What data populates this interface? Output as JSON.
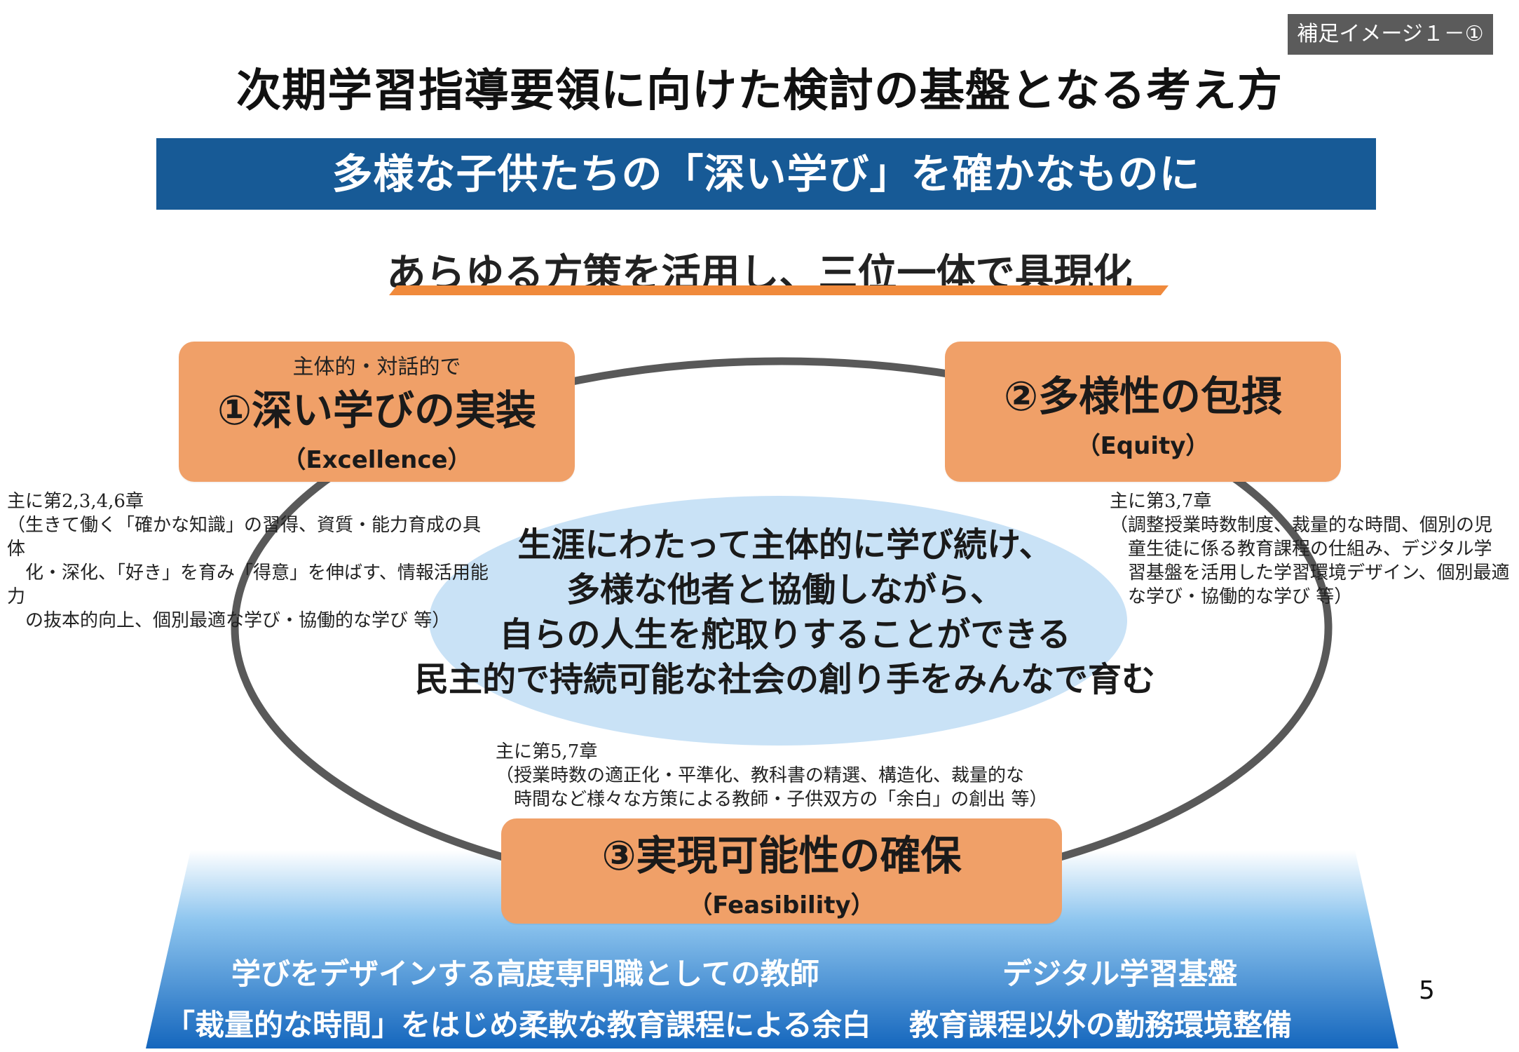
{
  "tag": "補足イメージ１－①",
  "title": "次期学習指導要領に向けた検討の基盤となる考え方",
  "banner": "多様な子供たちの「深い学び」を確かなものに",
  "subtitle": "あらゆる方策を活用し、三位一体で具現化",
  "pillars": [
    {
      "pre": "主体的・対話的で",
      "main": "①深い学びの実装",
      "en": "（Excellence）"
    },
    {
      "pre": "",
      "main": "②多様性の包摂",
      "en": "（Equity）"
    },
    {
      "pre": "",
      "main": "③実現可能性の確保",
      "en": "（Feasibility）"
    }
  ],
  "notes": [
    {
      "chapters": "主に第2,3,4,6章",
      "detail": [
        "（生きて働く「確かな知識」の習得、資質・能力育成の具体",
        "　化・深化、「好き」を育み「得意」を伸ばす、情報活用能力",
        "　の抜本的向上、個別最適な学び・協働的な学び 等）"
      ]
    },
    {
      "chapters": "主に第3,7章",
      "detail": [
        "（調整授業時数制度、裁量的な時間、個別の児",
        "　童生徒に係る教育課程の仕組み、デジタル学",
        "　習基盤を活用した学習環境デザイン、個別最適",
        "　な学び・協働的な学び 等）"
      ]
    },
    {
      "chapters": "主に第5,7章",
      "detail": [
        "（授業時数の適正化・平準化、教科書の精選、構造化、裁量的な",
        "　時間など様々な方策による教師・子供双方の「余白」の創出 等）"
      ]
    }
  ],
  "center": [
    "生涯にわたって主体的に学び続け、",
    "多様な他者と協働しながら、",
    "自らの人生を舵取りすることができる",
    "民主的で持続可能な社会の創り手をみんなで育む"
  ],
  "foundation": {
    "left": [
      "学びをデザインする高度専門職としての教師",
      "「裁量的な時間」をはじめ柔軟な教育課程による余白"
    ],
    "right": [
      "デジタル学習基盤",
      "教育課程以外の勤務環境整備"
    ]
  },
  "page_number": "5",
  "colors": {
    "banner": "#175a96",
    "pillar": "#f0a068",
    "underline": "#f08a3c",
    "center_ellipse": "#c9e2f6",
    "ring": "#595959",
    "foundation_top": "#ffffff",
    "foundation_bottom": "#1a6fc4"
  }
}
